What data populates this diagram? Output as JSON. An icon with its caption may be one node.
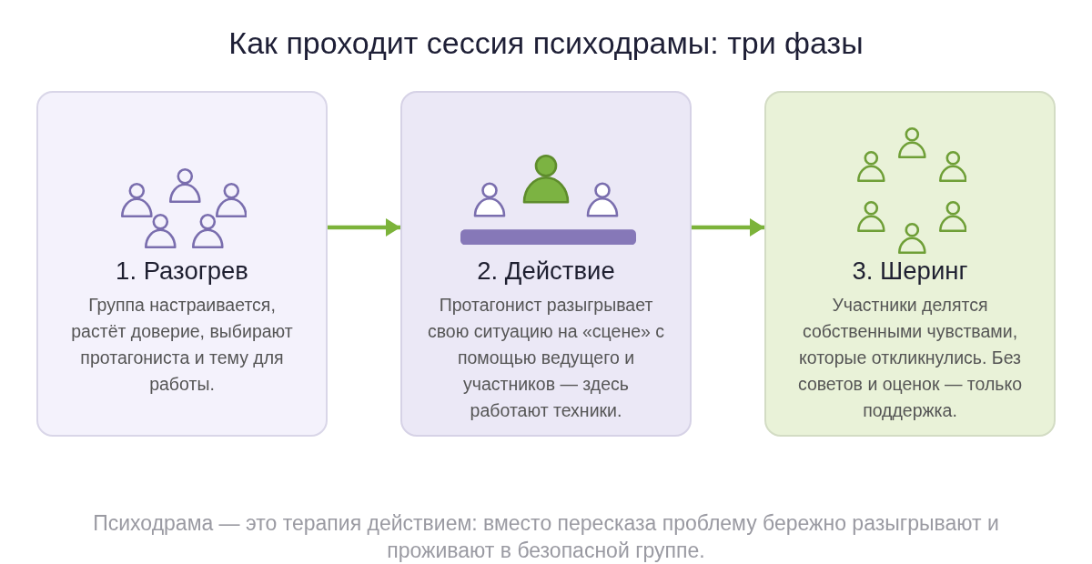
{
  "diagram": {
    "title": "Как проходит сессия психодрамы: три фазы",
    "nodes": [
      {
        "text": [
          "1. Разогрев",
          "Группа настраивается, растёт доверие, выбирают протагониста и тему для работы."
        ]
      },
      {
        "text": [
          "2. Действие",
          "Протагонист разыгрывает свою ситуацию на «сцене» с помощью ведущего и участников — здесь работают техники."
        ]
      },
      {
        "text": [
          "3. Шеринг",
          "Участники делятся собственными чувствами, которые откликнулись. Без советов и оценок — только поддержка."
        ]
      }
    ],
    "edges": [
      {
        "from": 0,
        "to": 1,
        "arrow": "to"
      },
      {
        "from": 1,
        "to": 2,
        "arrow": "to"
      }
    ],
    "caption": "Психодрама — это терапия действием: вместо пересказа проблему бережно разыгрывают и проживают в безопасной группе."
  }
}
